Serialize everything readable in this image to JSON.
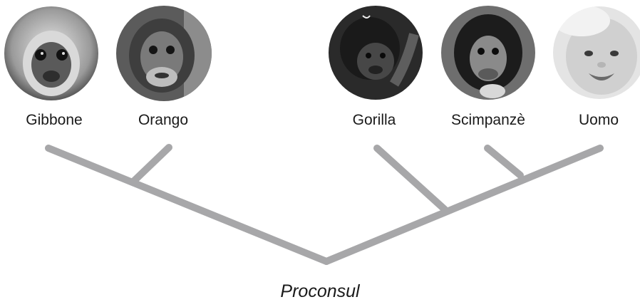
{
  "taxa": [
    {
      "id": "gibbon",
      "label": "Gibbone"
    },
    {
      "id": "orangutan",
      "label": "Orango"
    },
    {
      "id": "gorilla",
      "label": "Gorilla"
    },
    {
      "id": "chimpanzee",
      "label": "Scimpanzè"
    },
    {
      "id": "human",
      "label": "Uomo"
    }
  ],
  "root": {
    "label": "Proconsul"
  },
  "colors": {
    "branch": "#a7a7a9",
    "text": "#1a1a1a"
  }
}
